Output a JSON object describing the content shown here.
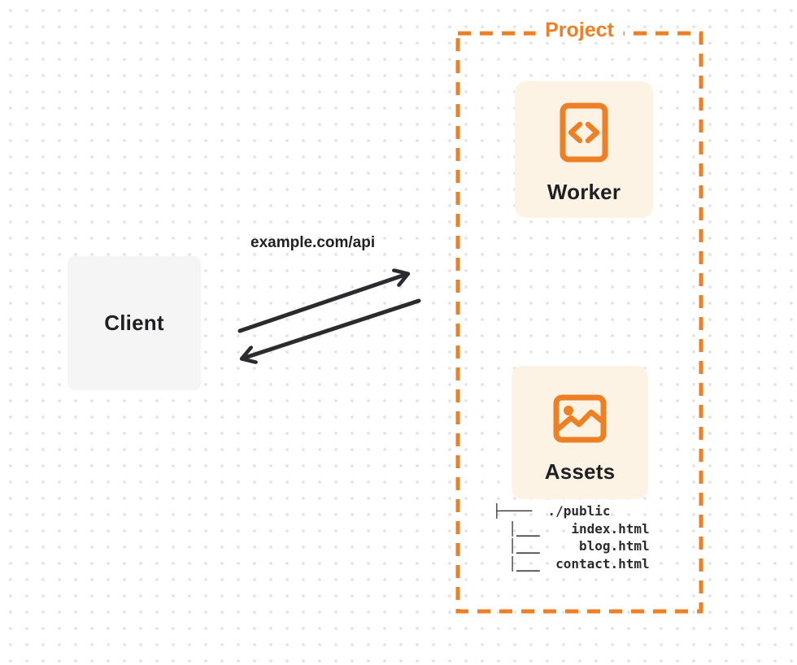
{
  "colors": {
    "accent": "#ED7F24",
    "card_bg": "#FDF3E5",
    "client_bg": "#F5F5F6",
    "text": "#1F2023",
    "arrow": "#2A2B2E",
    "dot": "#E5E5E8",
    "bg": "#FFFFFF"
  },
  "client": {
    "label": "Client"
  },
  "request": {
    "label": "example.com/api"
  },
  "arrows": {
    "to_project": "request-arrow",
    "to_client": "response-arrow"
  },
  "project": {
    "label": "Project",
    "worker": {
      "label": "Worker",
      "icon": "code-file-icon"
    },
    "assets": {
      "label": "Assets",
      "icon": "image-icon"
    },
    "file_tree": {
      "root": "./public",
      "files": [
        "index.html",
        "blog.html",
        "contact.html"
      ],
      "lines": [
        "├────  ./public",
        "  │___    index.html",
        "  │___     blog.html",
        "  │___  contact.html"
      ]
    }
  }
}
